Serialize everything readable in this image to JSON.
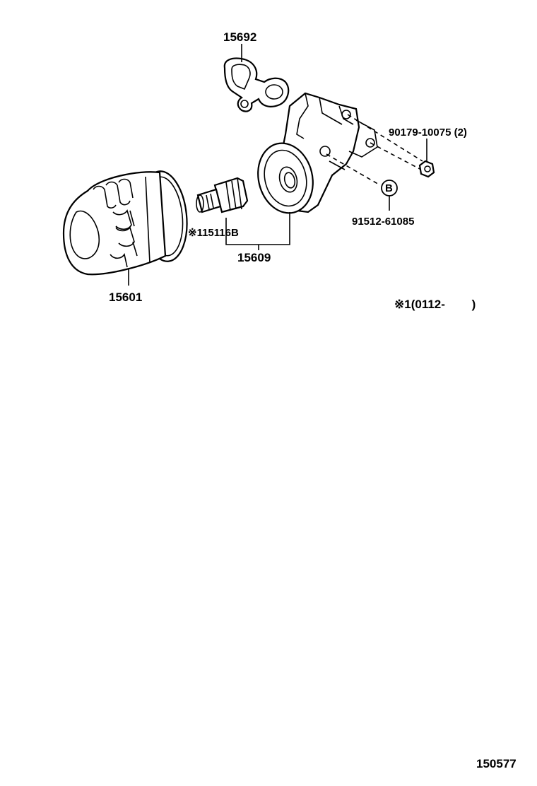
{
  "parts": {
    "gasket": "15692",
    "bolt": "90179-10075 (2)",
    "plug": "91512-61085",
    "plug_ref_badge": "B",
    "valve": "※115116B",
    "bracket": "15609",
    "filter": "15601"
  },
  "note": "※1(0112-        )",
  "figure_id": "150577"
}
